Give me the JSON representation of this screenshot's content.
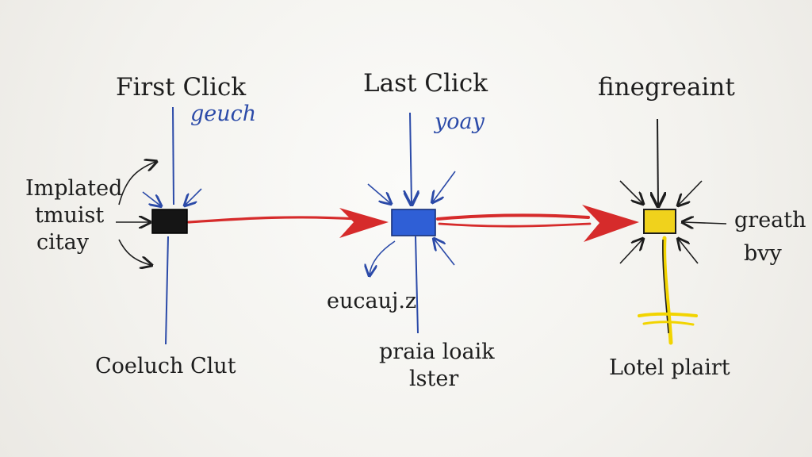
{
  "colors": {
    "ink": "#1d1d1d",
    "blue_ink": "#2b4aa8",
    "red": "#d62b2b",
    "box_first": "#151515",
    "box_last": "#2f5fd6",
    "box_final": "#f0d21c",
    "yellow": "#f2d400"
  },
  "nodes": {
    "first": {
      "top_label": "First Click",
      "blue_note": "geuch",
      "bottom_label": "Coeluch Clut"
    },
    "last": {
      "top_label": "Last Click",
      "blue_note": "yoay",
      "bottom_label_line1": "praia loaik",
      "bottom_label_line2": "lster"
    },
    "final": {
      "top_label": "finegreaint",
      "bottom_label": "Lotel plairt"
    }
  },
  "side_notes": {
    "left_line1": "Implated",
    "left_line2": "tmuist",
    "left_line3": "citay",
    "middle_note": "eucauj.z",
    "right_line1": "greath",
    "right_line2": "bvy"
  }
}
